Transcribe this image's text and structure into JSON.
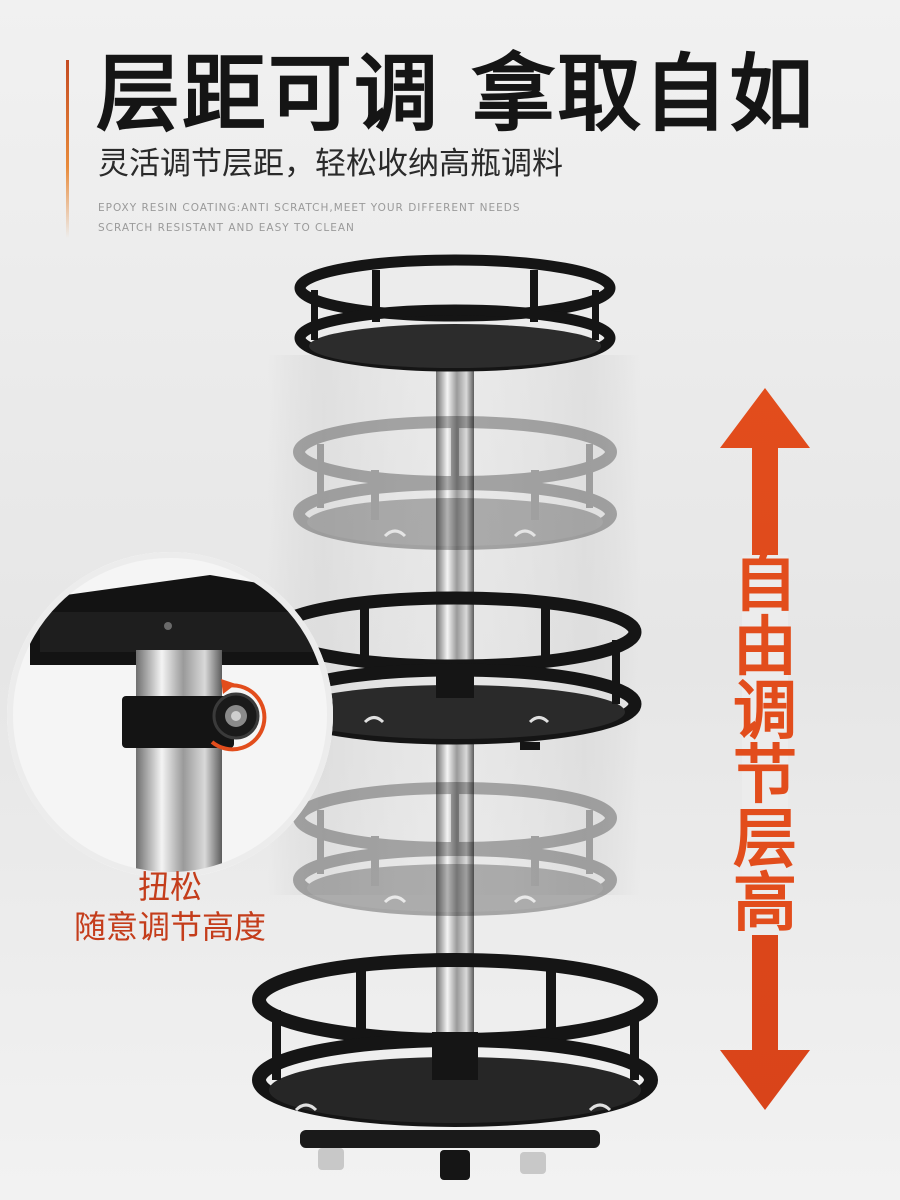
{
  "header": {
    "headline": "层距可调 拿取自如",
    "subtitle": "灵活调节层距，轻松收纳高瓶调料",
    "english_line_1": "EPOXY RESIN COATING:ANTI SCRATCH,MEET YOUR DIFFERENT NEEDS",
    "english_line_2": "SCRATCH RESISTANT AND EASY TO CLEAN"
  },
  "zoom_callout": {
    "line_1": "扭松",
    "line_2": "随意调节高度"
  },
  "side_label": "自由调节层高",
  "colors": {
    "accent_orange": "#e24d1c",
    "label_red": "#c43d1b",
    "headline": "#151515",
    "rack_black": "#151515"
  },
  "icons": {
    "arrow": "double-vertical-arrow-icon",
    "rotate": "rotate-arrow-icon",
    "knob": "adjust-knob-icon"
  }
}
